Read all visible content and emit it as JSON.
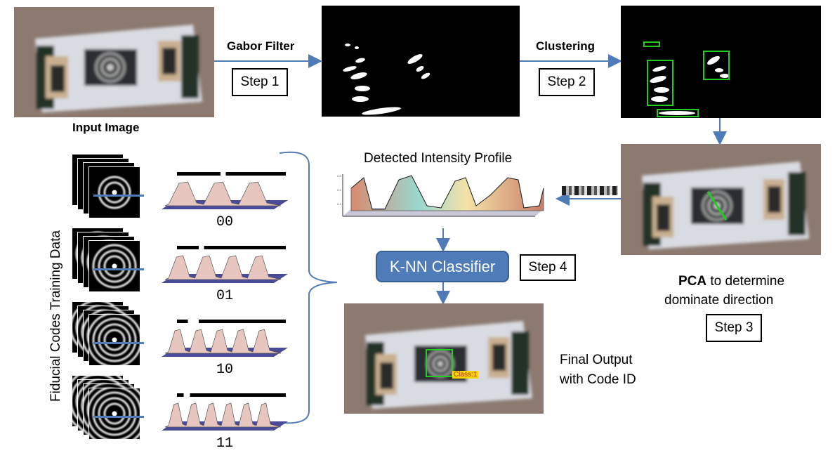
{
  "steps": {
    "gabor_filter": "Gabor Filter",
    "step1": "Step 1",
    "clustering": "Clustering",
    "step2": "Step 2",
    "step3": "Step 3",
    "step4": "Step 4"
  },
  "input_image_label": "Input Image",
  "intensity_profile_title": "Detected Intensity Profile",
  "knn_label": "K-NN Classifier",
  "pca": {
    "bold": "PCA",
    "rest": " to determine",
    "line2": "dominate direction"
  },
  "final_output": {
    "line1": "Final Output",
    "line2": "with Code ID",
    "class_tag": "Class:1"
  },
  "training": {
    "side_label": "Fiducial Codes  Training Data",
    "codes": [
      "00",
      "01",
      "10",
      "11"
    ]
  },
  "colors": {
    "arrow": "#4f7bb8",
    "knn_fill": "#4f7bb8",
    "detect_box": "#22cc22",
    "class_tag": "#f2d600"
  }
}
